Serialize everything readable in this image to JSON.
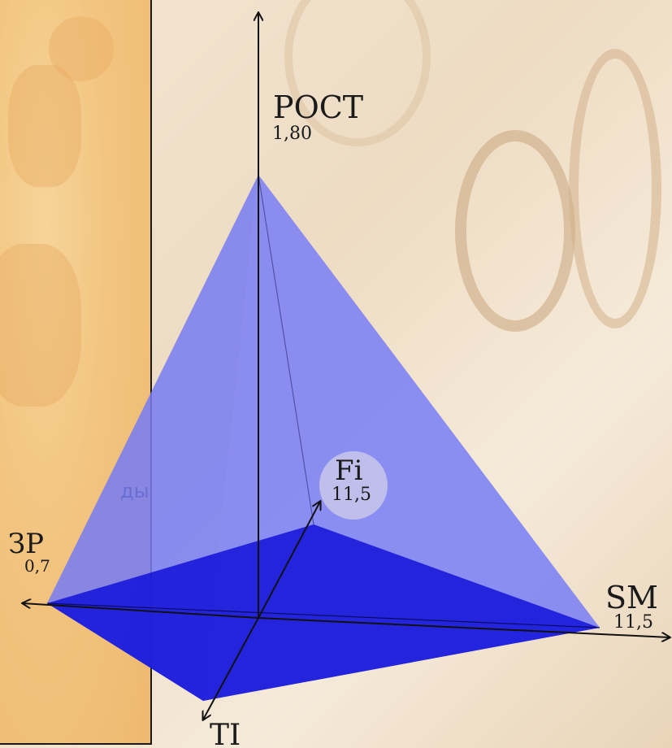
{
  "sidebar": {
    "partial_text": "ды"
  },
  "axes": {
    "rost": {
      "label": "РОСТ",
      "value": "1,80"
    },
    "zr": {
      "label": "ЗР",
      "value": "0,7"
    },
    "sm": {
      "label": "SM",
      "value": "11,5"
    },
    "ti": {
      "label": "TI"
    },
    "fi": {
      "label": "Fi",
      "value": "11,5"
    }
  },
  "colors": {
    "pyramid_light": "#6f74f0",
    "pyramid_base": "#1a1adb",
    "fi_circle": "#c9c7ea",
    "left_panel": "#f2c47f"
  }
}
